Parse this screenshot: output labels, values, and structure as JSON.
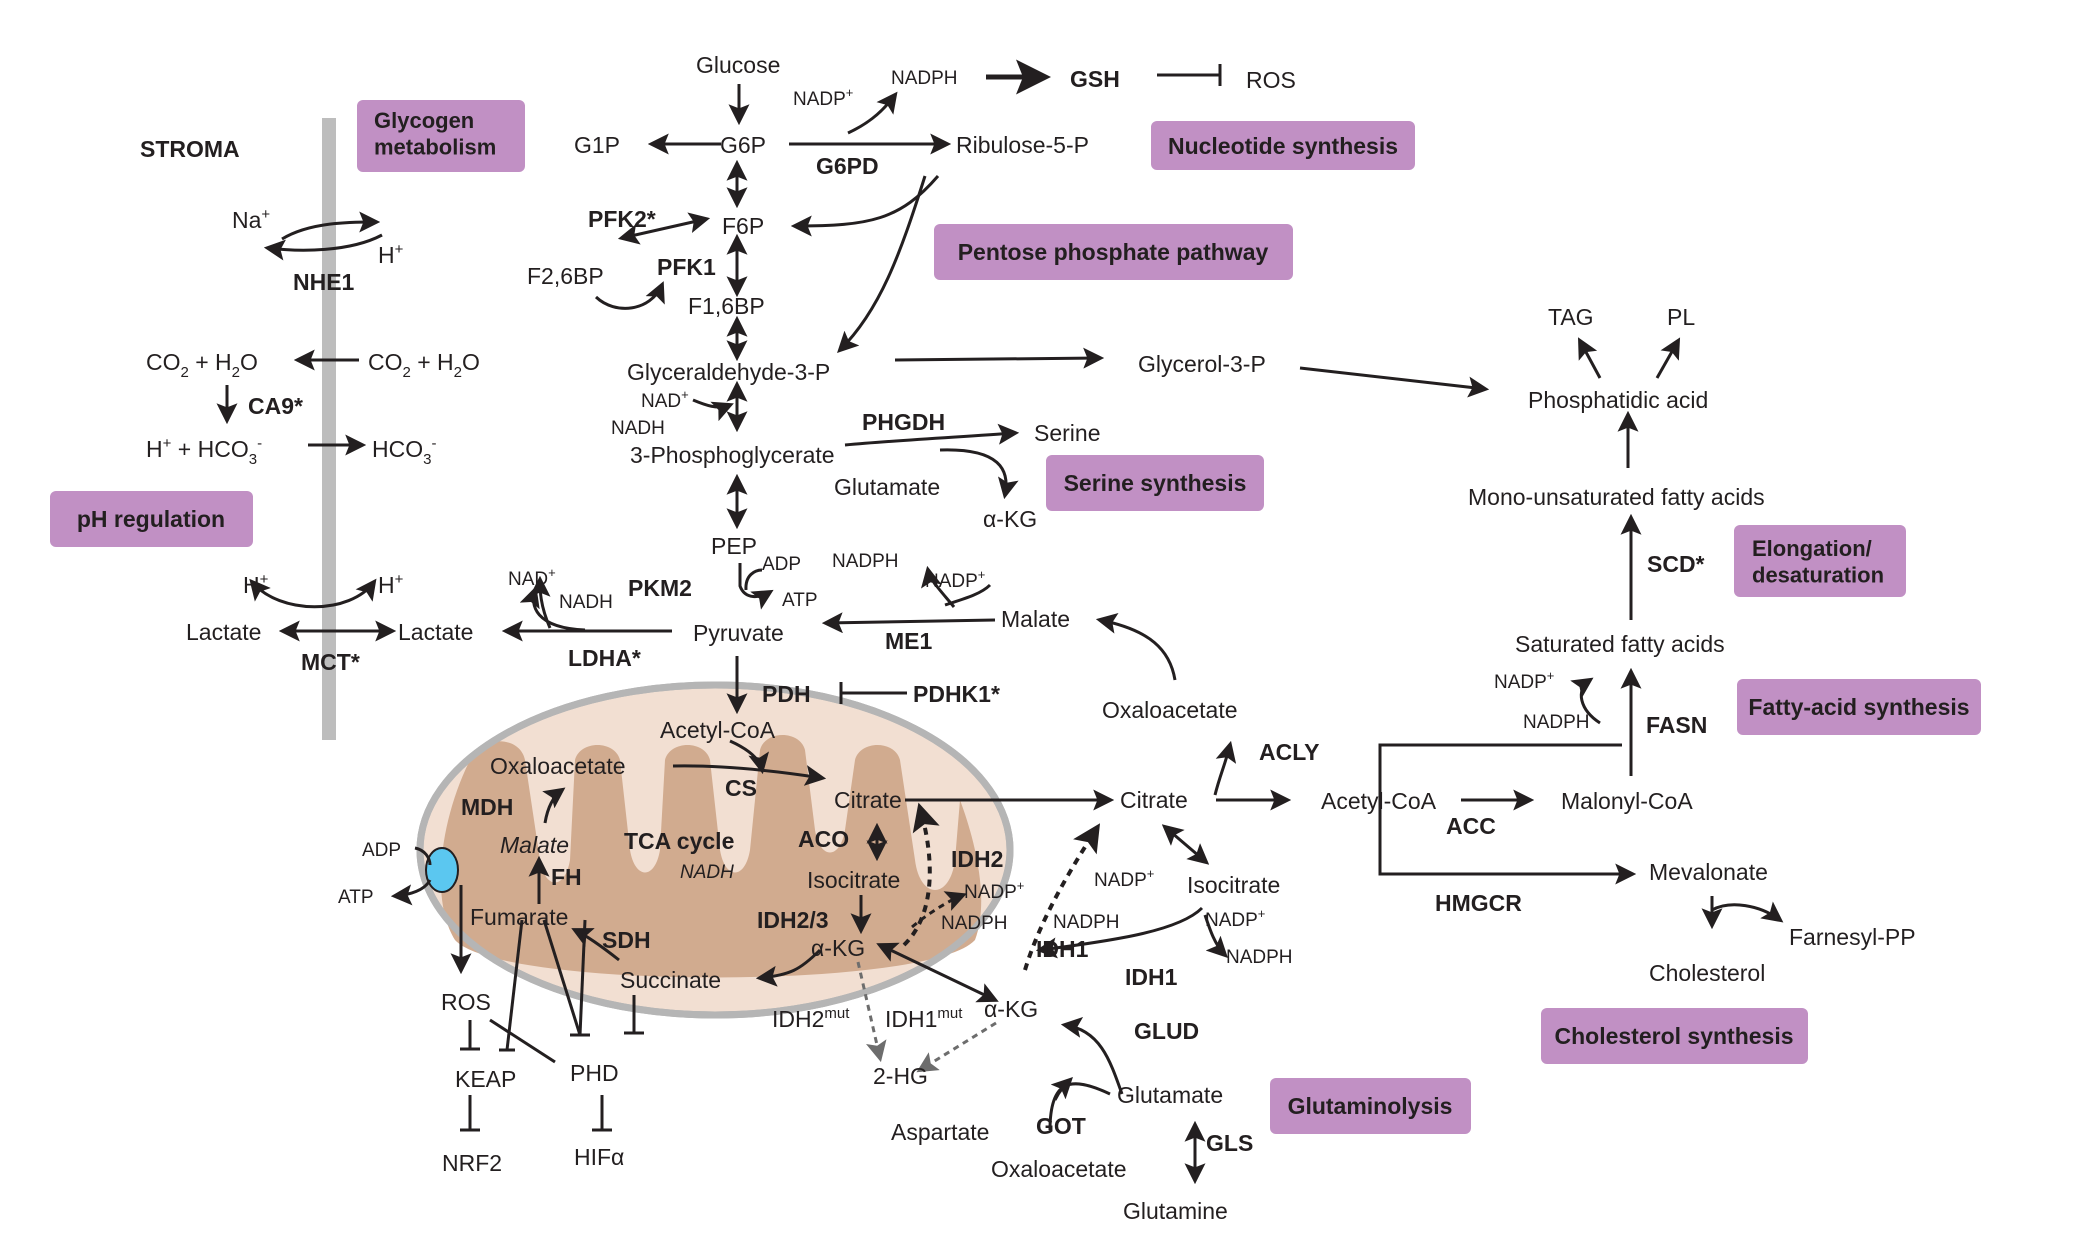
{
  "colors": {
    "box_fill": "#c190c4",
    "membrane_bar": "#bdbdbd",
    "mito_fill": "#f2dfd2",
    "mito_cristae": "#d1ab8f",
    "mito_outline": "#b5b5b5",
    "atp_synthase": "#5bc7f0",
    "line": "#231f20",
    "dashed": "#6d6d6d"
  },
  "boxes": {
    "glycogen": "Glycogen\nmetabolism",
    "nucleotide": "Nucleotide synthesis",
    "ppp": "Pentose phosphate pathway",
    "ph": "pH regulation",
    "serine": "Serine synthesis",
    "elongation": "Elongation/\ndesaturation",
    "fas": "Fatty-acid synthesis",
    "cholesterol": "Cholesterol synthesis",
    "glutaminolysis": "Glutaminolysis"
  },
  "labels": {
    "stroma": "STROMA",
    "na": "Na",
    "h": "H",
    "plus": "+",
    "minus": "-",
    "nhe1": "NHE1",
    "co2": "CO",
    "h2o": " + H",
    "o": "O",
    "two": "2",
    "three": "3",
    "ca9": "CA9*",
    "hco3_left": "H",
    "hco3_left2": " + HCO",
    "hco3_right": "HCO",
    "mct": "MCT*",
    "lactate": "Lactate",
    "glucose": "Glucose",
    "g6p": "G6P",
    "g1p": "G1P",
    "f6p": "F6P",
    "f16bp": "F1,6BP",
    "f26bp": "F2,6BP",
    "pfk2": "PFK2*",
    "pfk1": "PFK1",
    "g6pd": "G6PD",
    "ribulose": "Ribulose-5-P",
    "nadp": "NADP",
    "nadph": "NADPH",
    "nad": "NAD",
    "nadh": "NADH",
    "nadh_italic": "NADH",
    "gsh": "GSH",
    "ros": "ROS",
    "g3p": "Glyceraldehyde-3-P",
    "glycerol3p": "Glycerol-3-P",
    "pg3": "3-Phosphoglycerate",
    "phgdh": "PHGDH",
    "serine": "Serine",
    "glutamate": "Glutamate",
    "akg": "α-KG",
    "pep": "PEP",
    "adp": "ADP",
    "atp": "ATP",
    "pkm2": "PKM2",
    "pyruvate": "Pyruvate",
    "ldha": "LDHA*",
    "me1": "ME1",
    "malate": "Malate",
    "malate_italic": "Malate",
    "pdh": "PDH",
    "pdhk1": "PDHK1*",
    "oxaloacetate": "Oxaloacetate",
    "acly": "ACLY",
    "acetylcoa": "Acetyl-CoA",
    "cs": "CS",
    "citrate": "Citrate",
    "mdh": "MDH",
    "aco": "ACO",
    "tca": "TCA cycle",
    "fh": "FH",
    "isocitrate": "Isocitrate",
    "idh2": "IDH2",
    "idh23": "IDH2/3",
    "idh1": "IDH1",
    "idh2mut": "IDH2",
    "idh1mut": "IDH1",
    "mut": "mut",
    "fumarate": "Fumarate",
    "sdh": "SDH",
    "succinate": "Succinate",
    "hg2": "2-HG",
    "keap": "KEAP",
    "phd": "PHD",
    "nrf2": "NRF2",
    "hifa": "HIFα",
    "glud": "GLUD",
    "got": "GOT",
    "aspartate": "Aspartate",
    "gls": "GLS",
    "glutamine": "Glutamine",
    "tag": "TAG",
    "pl": "PL",
    "phosphatidic": "Phosphatidic acid",
    "mufa": "Mono-unsaturated fatty acids",
    "scd": "SCD*",
    "sfa": "Saturated fatty acids",
    "fasn": "FASN",
    "acc": "ACC",
    "malonylcoa": "Malonyl-CoA",
    "hmgcr": "HMGCR",
    "mevalonate": "Mevalonate",
    "farnesyl": "Farnesyl-PP",
    "cholesterol": "Cholesterol"
  }
}
